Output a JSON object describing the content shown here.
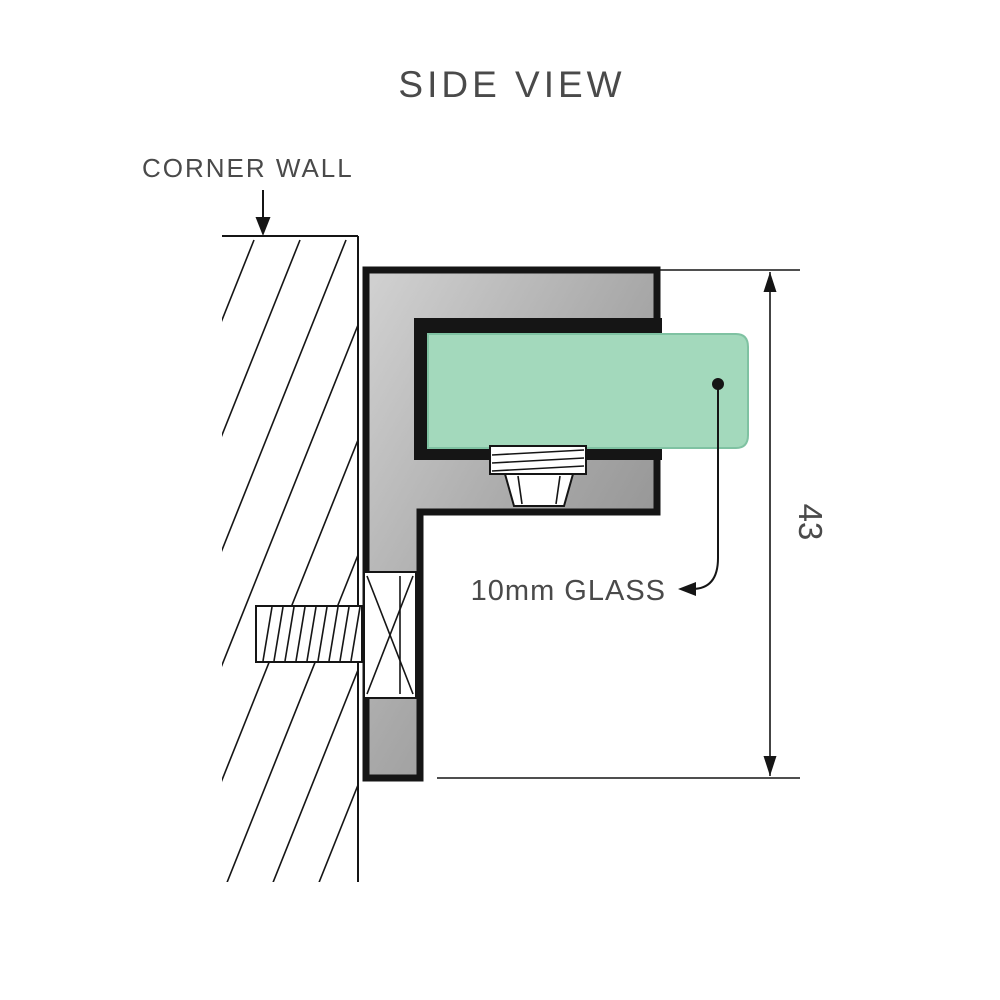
{
  "diagram": {
    "title": "SIDE VIEW",
    "labels": {
      "corner_wall": "CORNER WALL",
      "glass": "10mm GLASS",
      "dimension_height": "43"
    },
    "colors": {
      "glass_fill": "#a3d9bc",
      "glass_edge": "#7fc2a2",
      "bracket_light": "#d2d2d2",
      "bracket_mid": "#a8a8a8",
      "bracket_dark": "#858585",
      "line": "#151515",
      "label_text": "#4a4a4a"
    }
  }
}
